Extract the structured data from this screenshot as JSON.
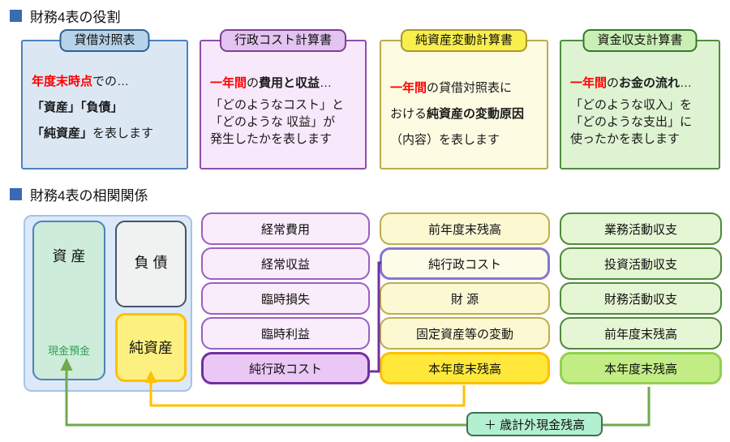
{
  "section_titles": {
    "roles": "財務4表の役割",
    "relations": "財務4表の相関関係"
  },
  "role_cards": [
    {
      "header": "貸借対照表",
      "lines": [
        {
          "segments": [
            {
              "text": "年度末時点",
              "style": "red"
            },
            {
              "text": "での…",
              "style": "plain"
            }
          ]
        },
        {
          "segments": [
            {
              "text": "「資産」「負債」",
              "style": "bold"
            }
          ]
        },
        {
          "segments": [
            {
              "text": "「純資産」",
              "style": "bold"
            },
            {
              "text": "を表します",
              "style": "plain"
            }
          ]
        }
      ]
    },
    {
      "header": "行政コスト計算書",
      "lines": [
        {
          "segments": [
            {
              "text": "一年間",
              "style": "red"
            },
            {
              "text": "の",
              "style": "plain"
            },
            {
              "text": "費用と収益",
              "style": "bold"
            },
            {
              "text": "…",
              "style": "plain"
            }
          ]
        },
        {
          "segments": [
            {
              "text": "「どのようなコスト」と",
              "style": "plain"
            }
          ]
        },
        {
          "segments": [
            {
              "text": "「どのような 収益」が",
              "style": "plain"
            }
          ]
        },
        {
          "segments": [
            {
              "text": "発生したかを表します",
              "style": "plain"
            }
          ]
        }
      ]
    },
    {
      "header": "純資産変動計算書",
      "lines": [
        {
          "segments": [
            {
              "text": "一年間",
              "style": "red"
            },
            {
              "text": "の貸借対照表に",
              "style": "plain"
            }
          ]
        },
        {
          "segments": [
            {
              "text": "おける",
              "style": "plain"
            },
            {
              "text": "純資産の変動原因",
              "style": "bold"
            }
          ]
        },
        {
          "segments": [
            {
              "text": "（内容）を表します",
              "style": "plain"
            }
          ]
        }
      ]
    },
    {
      "header": "資金収支計算書",
      "lines": [
        {
          "segments": [
            {
              "text": "一年間",
              "style": "red"
            },
            {
              "text": "の",
              "style": "plain"
            },
            {
              "text": "お金の流れ",
              "style": "bold"
            },
            {
              "text": "…",
              "style": "plain"
            }
          ]
        },
        {
          "segments": [
            {
              "text": "「どのような収入」を",
              "style": "plain"
            }
          ]
        },
        {
          "segments": [
            {
              "text": "「どのような支出」に",
              "style": "plain"
            }
          ]
        },
        {
          "segments": [
            {
              "text": "使ったかを表します",
              "style": "plain"
            }
          ]
        }
      ]
    }
  ],
  "balance_diagram": {
    "assets": "資 産",
    "cash": "現金預金",
    "liabilities": "負 債",
    "net_assets": "純資産"
  },
  "flow_columns": {
    "admin_cost": {
      "rows": [
        "経常費用",
        "経常収益",
        "臨時損失",
        "臨時利益",
        "純行政コスト"
      ]
    },
    "net_assets": {
      "rows": [
        "前年度末残高",
        "純行政コスト",
        "財 源",
        "固定資産等の変動",
        "本年度末残高"
      ]
    },
    "cash_flow": {
      "rows": [
        "業務活動収支",
        "投資活動収支",
        "財務活動収支",
        "前年度末残高",
        "本年度末残高"
      ]
    }
  },
  "plus_box": {
    "label": "＋ 歳計外現金残高"
  },
  "colors": {
    "accent_blue": "#3c69b5",
    "red_text": "#ff0000",
    "green_arrow": "#6faa4e",
    "yellow_arrow": "#ffc000",
    "purple_connector": "#7030a0",
    "cash_text": "#2f9e53"
  }
}
